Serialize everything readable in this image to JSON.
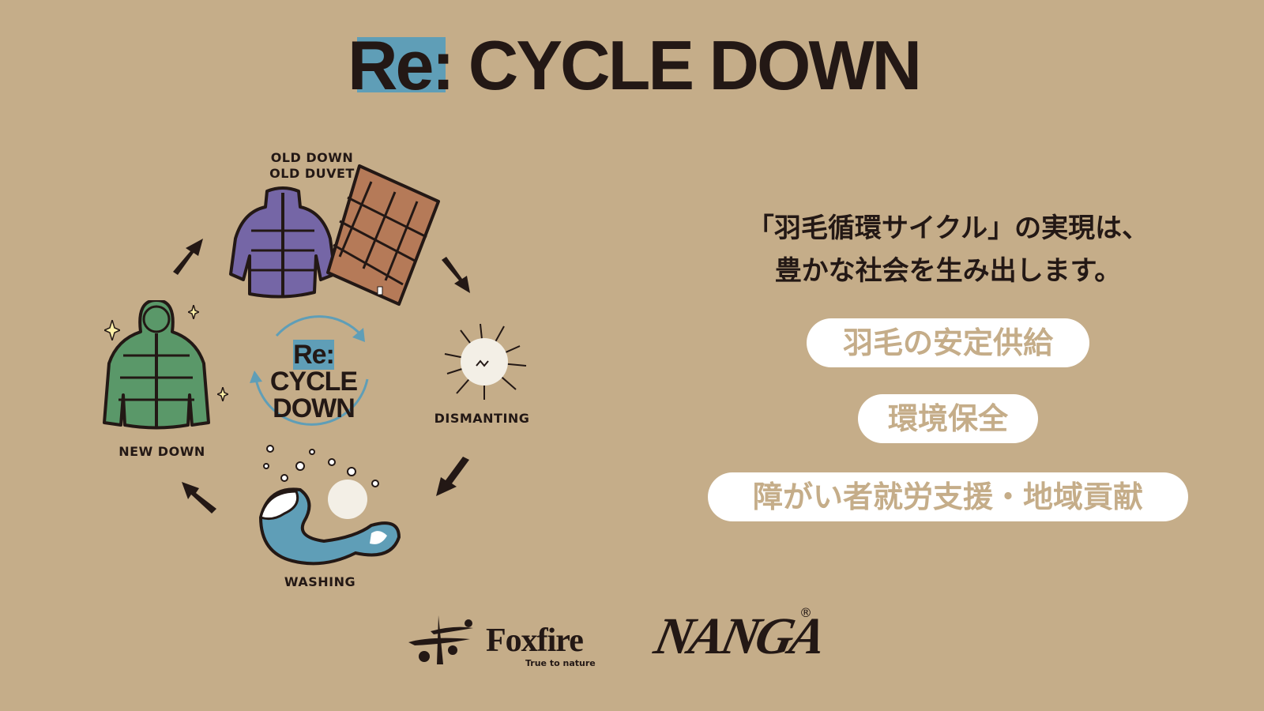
{
  "title": {
    "prefix": "Re:",
    "main": "CYCLE DOWN"
  },
  "headline": {
    "line1": "「羽毛循環サイクル」の実現は、",
    "line2": "豊かな社会を生み出します。"
  },
  "benefits": [
    {
      "label": "羽毛の安定供給"
    },
    {
      "label": "環境保全"
    },
    {
      "label": "障がい者就労支援・地域貢献"
    }
  ],
  "cycle": {
    "center_logo": {
      "prefix": "Re:",
      "line1": "CYCLE",
      "line2": "DOWN"
    },
    "steps": [
      {
        "label_line1": "OLD DOWN",
        "label_line2": "OLD DUVET",
        "icon": "jacket-and-duvet-icon"
      },
      {
        "label": "DISMANTING",
        "icon": "down-feather-icon"
      },
      {
        "label": "WASHING",
        "icon": "wave-icon"
      },
      {
        "label": "NEW DOWN",
        "icon": "green-jacket-icon"
      }
    ]
  },
  "brands": {
    "foxfire": {
      "name": "Foxfire",
      "tagline": "True to nature"
    },
    "nanga": {
      "name": "NANGA",
      "mark": "®"
    }
  },
  "colors": {
    "background": "#c5ad89",
    "accent_blue": "#5f9eb7",
    "text_dark": "#231815",
    "pill_bg": "#ffffff"
  }
}
